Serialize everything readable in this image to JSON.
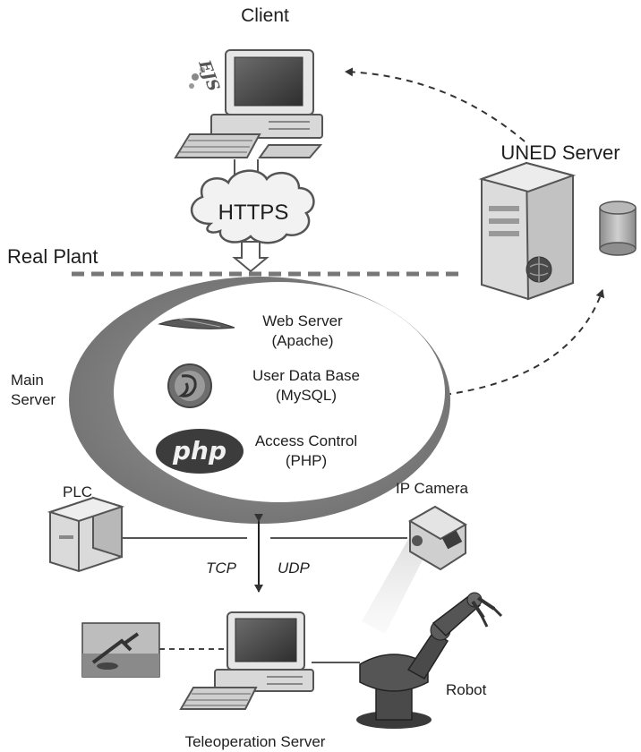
{
  "labels": {
    "client": "Client",
    "uned_server": "UNED Server",
    "https": "HTTPS",
    "real_plant": "Real Plant",
    "main_server": "Main\nServer",
    "web_server": "Web Server\n(Apache)",
    "user_db": "User Data Base\n(MySQL)",
    "access_control": "Access Control\n(PHP)",
    "php_logo": "php",
    "ejs_logo": "EJS",
    "plc": "PLC",
    "ip_camera": "IP Camera",
    "tcp": "TCP",
    "udp": "UDP",
    "robot": "Robot",
    "teleoperation_server": "Teleoperation Server"
  },
  "colors": {
    "ring": "#8a8a8a",
    "ring_dark": "#707070",
    "line": "#555555",
    "device_light": "#e8e8e8",
    "device_mid": "#bcbcbc",
    "device_dark": "#6a6a6a",
    "php_badge": "#3c3c3c"
  },
  "icons": {
    "client": "computer-icon",
    "uned_server": "server-tower-icon",
    "database": "database-cylinder-icon",
    "apache": "feather-icon",
    "mysql": "dolphin-icon",
    "php": "php-logo-icon",
    "plc": "plc-cabinet-icon",
    "camera": "ip-camera-icon",
    "robot": "robot-arm-icon"
  }
}
